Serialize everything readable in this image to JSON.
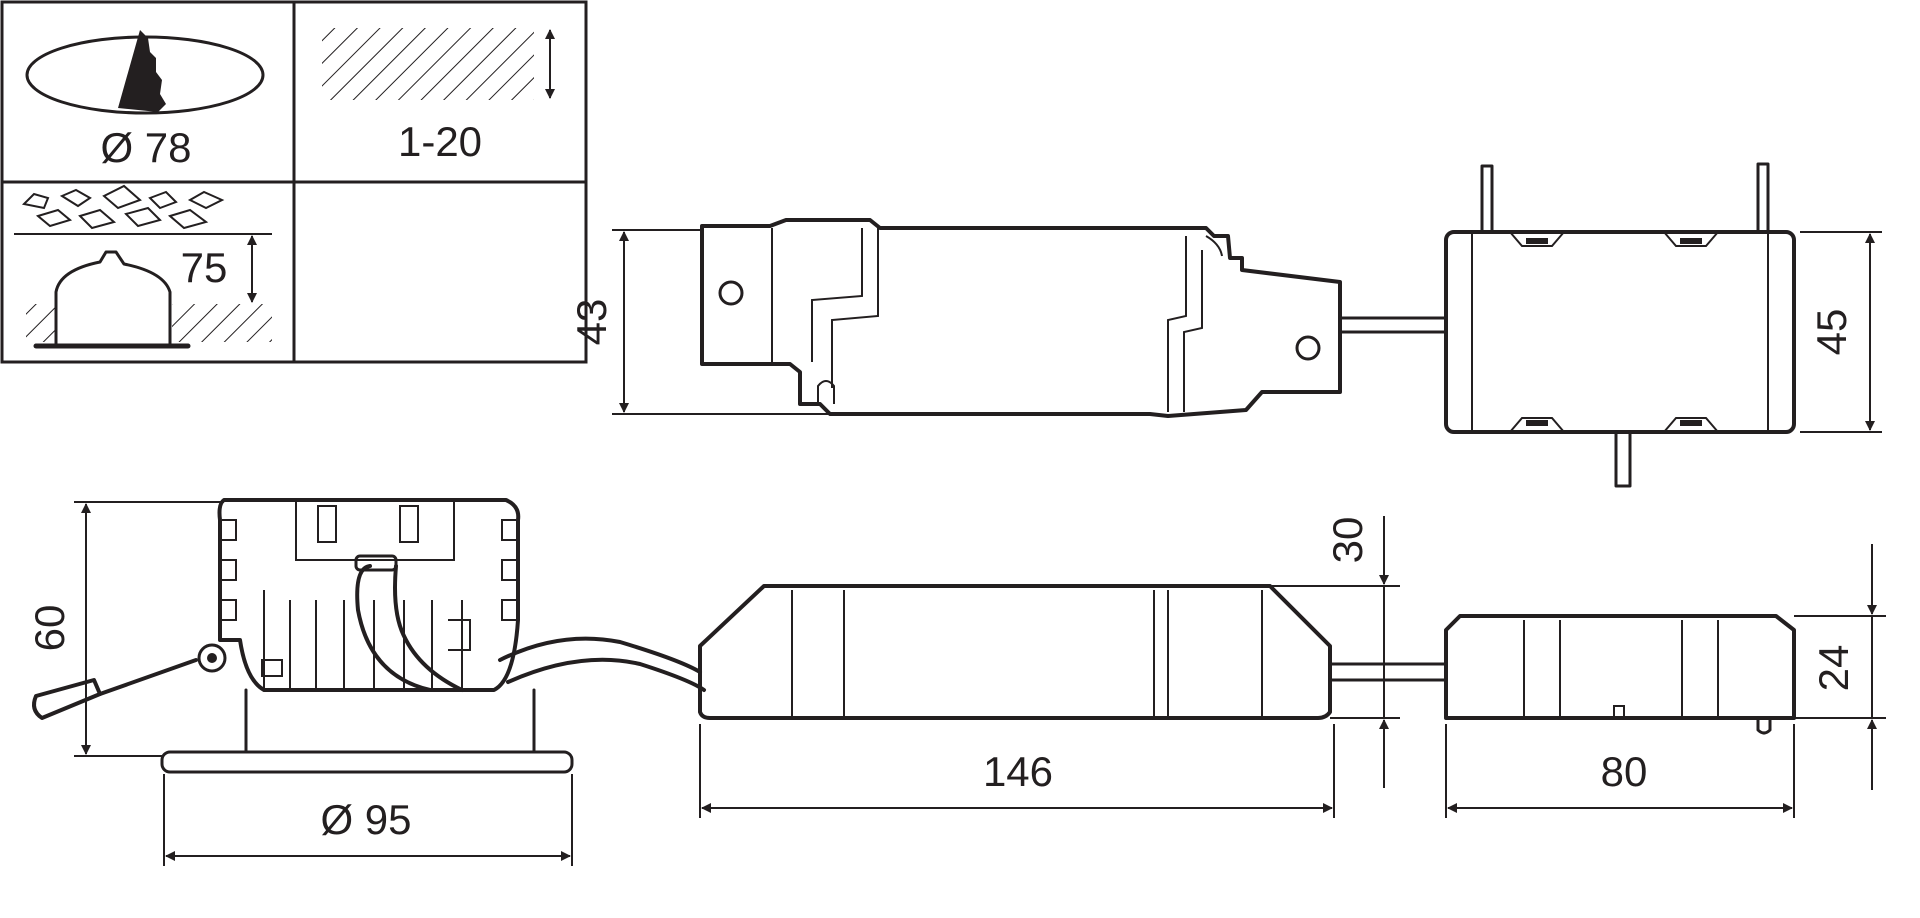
{
  "icons": {
    "cutout_diameter": "Ø 78",
    "ceiling_thickness": "1-20",
    "recess_depth": "75"
  },
  "dimensions": {
    "driver_top_height": "43",
    "terminal_top_height": "45",
    "spot_height": "60",
    "spot_diameter": "Ø 95",
    "driver_side_height": "30",
    "driver_length": "146",
    "terminal_side_height": "24",
    "terminal_length": "80"
  }
}
